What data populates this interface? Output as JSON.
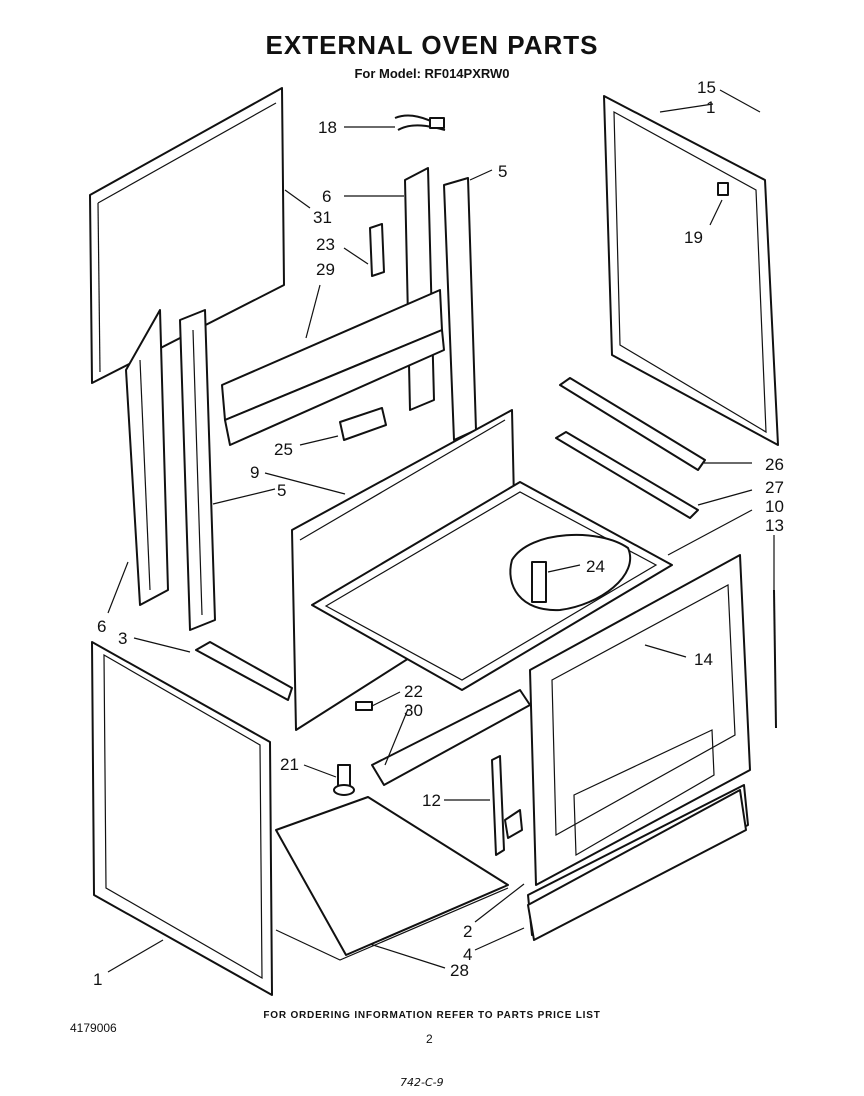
{
  "header": {
    "title": "EXTERNAL OVEN PARTS",
    "subtitle": "For Model: RF014PXRW0"
  },
  "callouts": {
    "c1_top": "1",
    "c15": "15",
    "c18": "18",
    "c6_top": "6",
    "c5_top": "5",
    "c31": "31",
    "c23": "23",
    "c29": "29",
    "c19": "19",
    "c25": "25",
    "c26": "26",
    "c9": "9",
    "c5_mid": "5",
    "c27": "27",
    "c10": "10",
    "c13": "13",
    "c24": "24",
    "c6_left": "6",
    "c3": "3",
    "c14": "14",
    "c22": "22",
    "c30": "30",
    "c21": "21",
    "c12": "12",
    "c2": "2",
    "c4": "4",
    "c1_bottom": "1",
    "c28": "28"
  },
  "footer": {
    "note": "FOR ORDERING INFORMATION REFER TO PARTS PRICE LIST",
    "doc_number": "4179006",
    "page_number": "2",
    "handwritten": "742-C-9"
  }
}
